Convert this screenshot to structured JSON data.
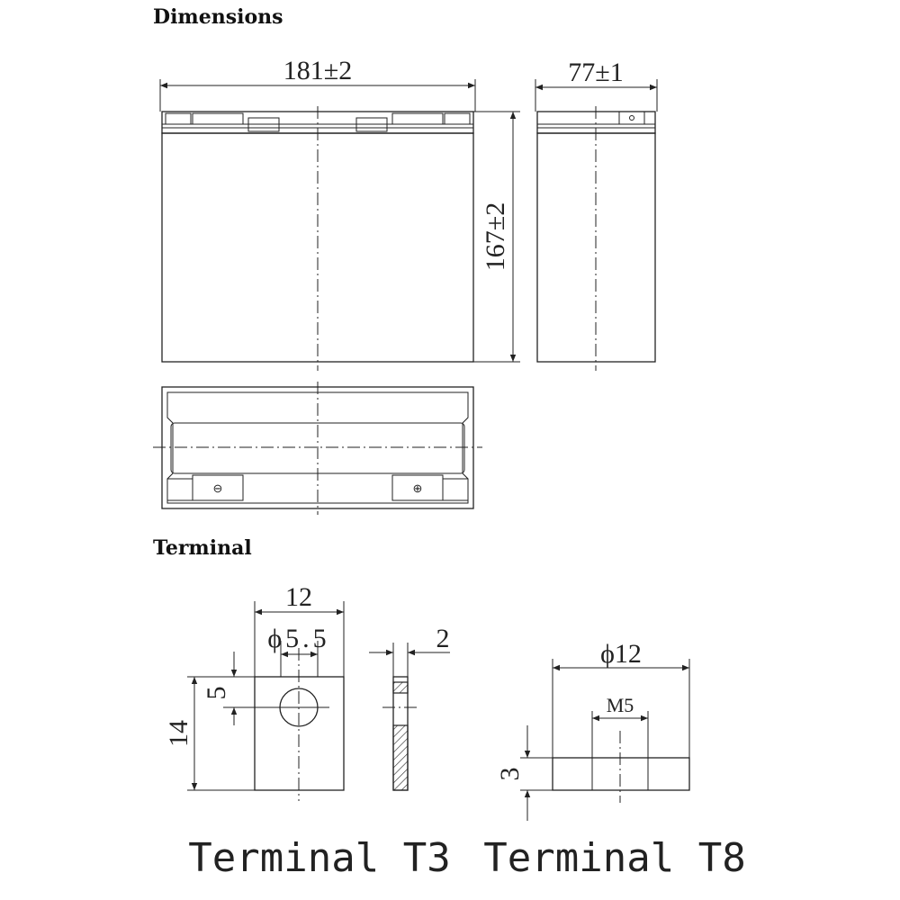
{
  "headings": {
    "dimensions": "Dimensions",
    "terminal": "Terminal"
  },
  "dimensions": {
    "length": "181±2",
    "width": "77±1",
    "height": "167±2",
    "polarity_negative_symbol": "⊖",
    "polarity_positive_symbol": "⊕"
  },
  "terminal_t3": {
    "width": "12",
    "hole_diameter": "ϕ5.5",
    "hole_offset": "5",
    "height": "14",
    "thickness": "2",
    "caption": "Terminal T3"
  },
  "terminal_t8": {
    "diameter": "ϕ12",
    "thread": "M5",
    "height": "3",
    "caption": "Terminal T8"
  }
}
